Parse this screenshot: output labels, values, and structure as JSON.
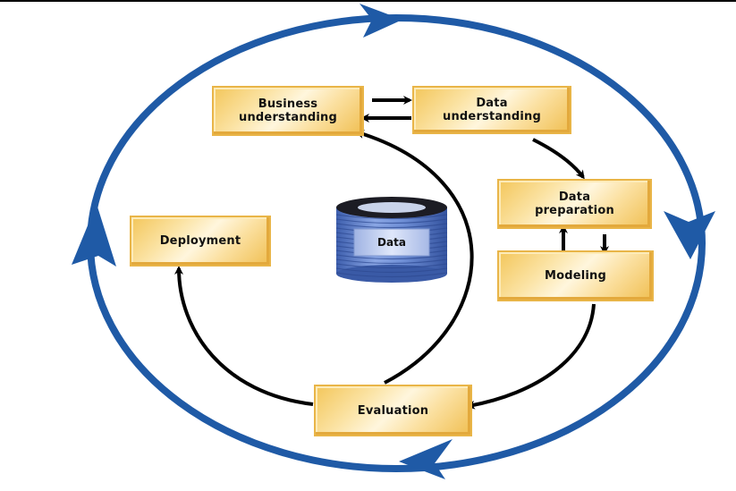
{
  "diagram": {
    "title": "CRISP-DM process cycle",
    "phases": {
      "business_understanding": "Business\nunderstanding",
      "data_understanding": "Data\nunderstanding",
      "data_preparation": "Data\npreparation",
      "modeling": "Modeling",
      "evaluation": "Evaluation",
      "deployment": "Deployment"
    },
    "center": {
      "label": "Data",
      "icon": "database-icon"
    },
    "edges": [
      {
        "from": "Business understanding",
        "to": "Data understanding"
      },
      {
        "from": "Data understanding",
        "to": "Business understanding"
      },
      {
        "from": "Data understanding",
        "to": "Data preparation"
      },
      {
        "from": "Data preparation",
        "to": "Modeling"
      },
      {
        "from": "Modeling",
        "to": "Data preparation"
      },
      {
        "from": "Modeling",
        "to": "Evaluation"
      },
      {
        "from": "Evaluation",
        "to": "Business understanding"
      },
      {
        "from": "Evaluation",
        "to": "Deployment"
      }
    ],
    "outer_cycle": {
      "direction": "clockwise",
      "color": "#1f5aa6"
    },
    "colors": {
      "box": "#f6cf6e",
      "arrow": "#000000",
      "database": "#5b7ec9"
    }
  }
}
